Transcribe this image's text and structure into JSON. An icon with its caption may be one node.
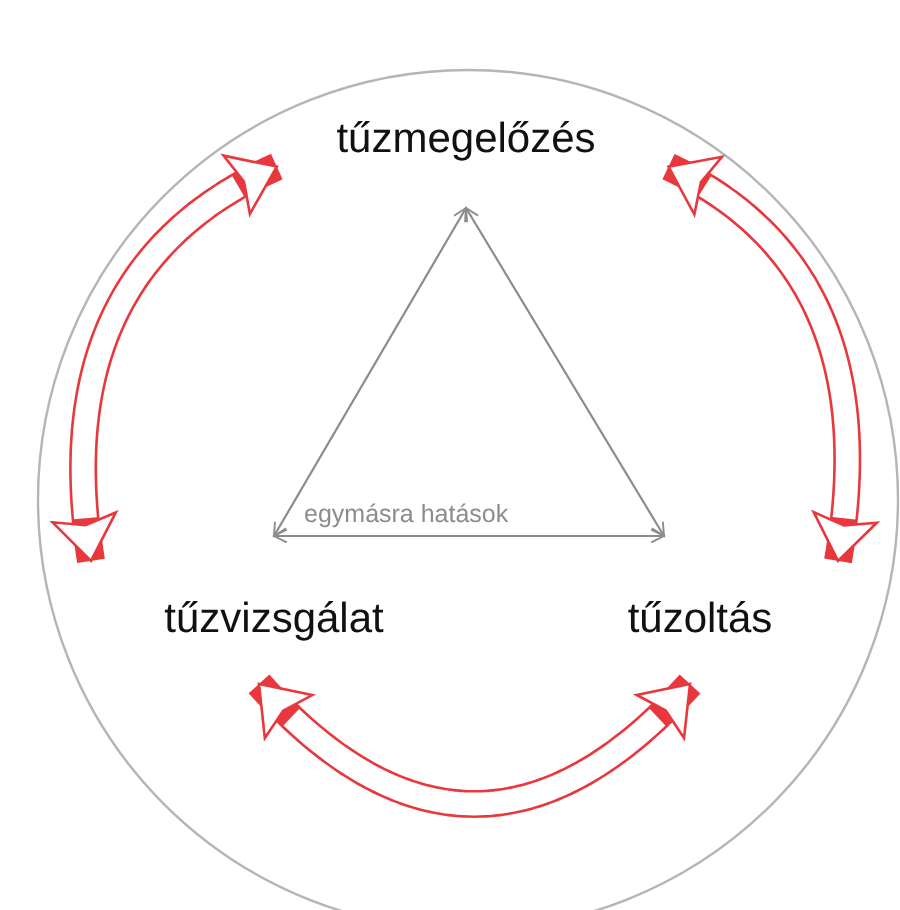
{
  "diagram": {
    "nodes": [
      {
        "text": [
          "tűzmegelőzés"
        ]
      },
      {
        "text": [
          "tűzvizsgálat"
        ]
      },
      {
        "text": [
          "tűzoltás"
        ]
      }
    ],
    "edges": [
      {
        "from": 1,
        "to": 0,
        "arrow": "both",
        "style": "thick"
      },
      {
        "from": 0,
        "to": 2,
        "arrow": "both",
        "style": "thick"
      },
      {
        "from": 1,
        "to": 2,
        "arrow": "both",
        "style": "thick"
      },
      {
        "from": 0,
        "to": 1,
        "arrow": "both",
        "color": "#8c8c8c"
      },
      {
        "from": 0,
        "to": 2,
        "arrow": "both",
        "color": "#8c8c8c"
      },
      {
        "from": 1,
        "to": 2,
        "arrow": "both",
        "color": "#8c8c8c",
        "label": "egymásra hatások"
      }
    ]
  }
}
